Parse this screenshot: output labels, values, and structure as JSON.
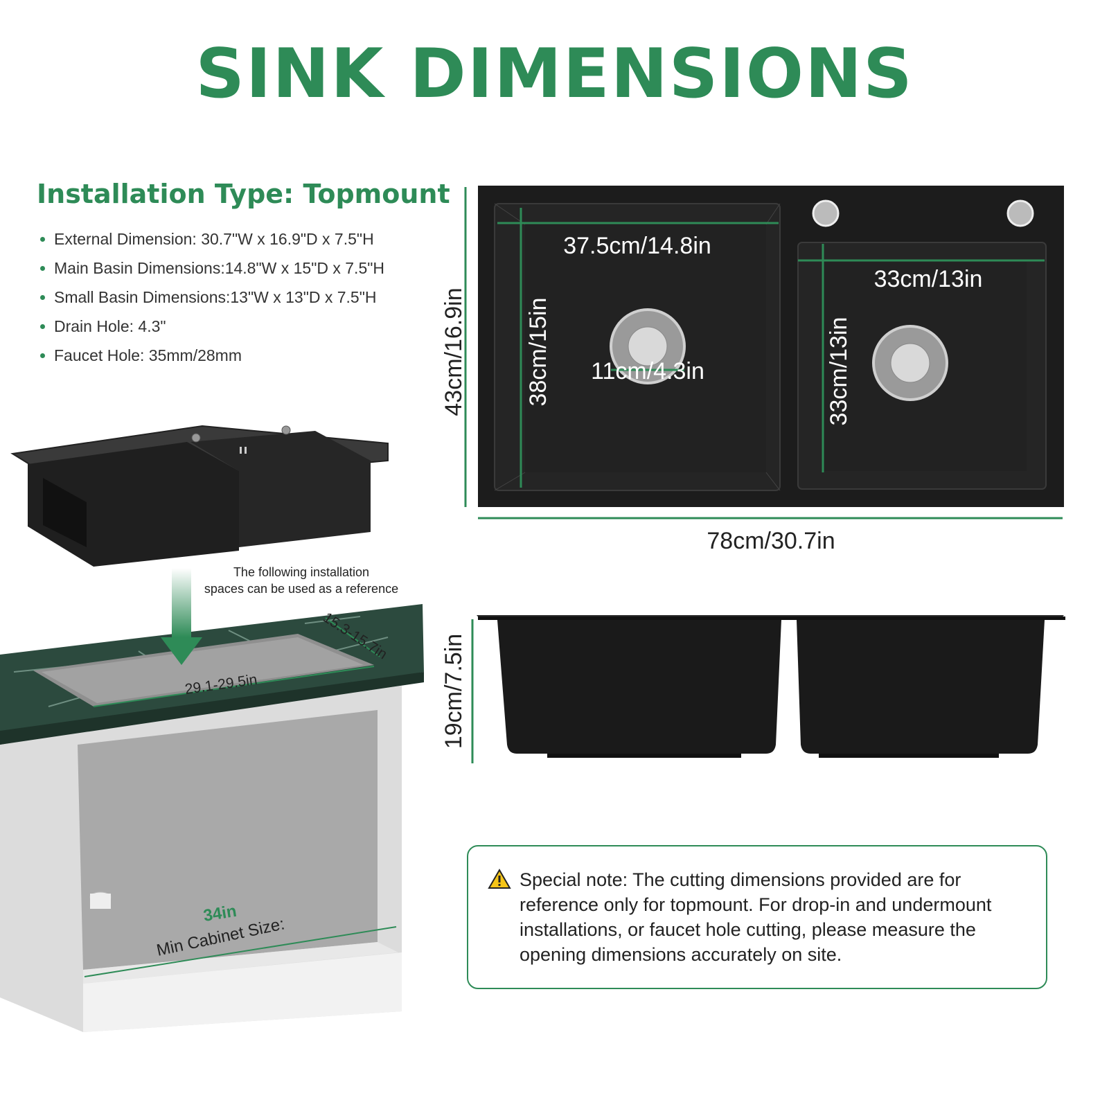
{
  "title": "SINK DIMENSIONS",
  "installation": {
    "heading": "Installation Type: Topmount",
    "specs": [
      "External Dimension: 30.7\"W x 16.9\"D x 7.5\"H",
      "Main Basin Dimensions:14.8\"W x 15\"D x 7.5\"H",
      "Small Basin Dimensions:13\"W x 13\"D x 7.5\"H",
      "Drain Hole: 4.3\"",
      "Faucet Hole: 35mm/28mm"
    ]
  },
  "reference_note": {
    "line1": "The following installation",
    "line2": "spaces can be used as a reference"
  },
  "cabinet": {
    "cutout_width": "29.1-29.5in",
    "cutout_depth": "15.3-15.7in",
    "min_size_label": "Min Cabinet Size:",
    "min_size_value": "34in"
  },
  "top_view": {
    "main_basin_width": "37.5cm/14.8in",
    "main_basin_depth": "38cm/15in",
    "drain_hole": "11cm/4.3in",
    "small_basin_width": "33cm/13in",
    "small_basin_depth": "33cm/13in",
    "overall_depth": "43cm/16.9in",
    "overall_width": "78cm/30.7in"
  },
  "side_view": {
    "height": "19cm/7.5in"
  },
  "special_note": "Special note: The cutting dimensions provided are for reference only for topmount. For drop-in and undermount installations, or faucet hole cutting, please measure the opening dimensions accurately on site.",
  "colors": {
    "accent_green": "#2e8b57",
    "sink_black": "#1c1c1c",
    "countertop": "#2c4a3e"
  }
}
